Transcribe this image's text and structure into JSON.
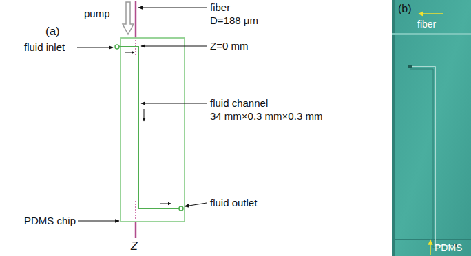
{
  "diagram": {
    "labels": [
      "(a)",
      "pump",
      "fiber",
      "D=188 μm",
      "fluid inlet",
      "Z=0 mm",
      "fluid channel",
      "34 mm×0.3 mm×0.3 mm",
      "fluid outlet",
      "PDMS chip",
      "Z",
      "(b)",
      "fiber",
      "PDMS"
    ]
  }
}
